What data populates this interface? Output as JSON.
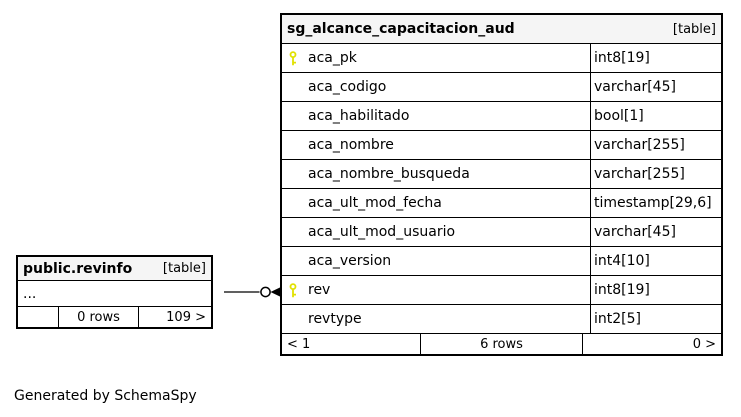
{
  "page": {
    "footer_note": "Generated by SchemaSpy"
  },
  "colors": {
    "border": "#000000",
    "header_bg": "#f5f5f5",
    "row_bg": "#ffffff",
    "key_icon": "#e1e100",
    "connector": "#000000"
  },
  "icons": {
    "primary_key": "key-icon"
  },
  "main_table": {
    "title": "sg_alcance_capacitacion_aud",
    "tag": "[table]",
    "columns": [
      {
        "name": "aca_pk",
        "type": "int8[19]",
        "key": true
      },
      {
        "name": "aca_codigo",
        "type": "varchar[45]",
        "key": false
      },
      {
        "name": "aca_habilitado",
        "type": "bool[1]",
        "key": false
      },
      {
        "name": "aca_nombre",
        "type": "varchar[255]",
        "key": false
      },
      {
        "name": "aca_nombre_busqueda",
        "type": "varchar[255]",
        "key": false
      },
      {
        "name": "aca_ult_mod_fecha",
        "type": "timestamp[29,6]",
        "key": false
      },
      {
        "name": "aca_ult_mod_usuario",
        "type": "varchar[45]",
        "key": false
      },
      {
        "name": "aca_version",
        "type": "int4[10]",
        "key": false
      },
      {
        "name": "rev",
        "type": "int8[19]",
        "key": true
      },
      {
        "name": "revtype",
        "type": "int2[5]",
        "key": false
      }
    ],
    "footer": {
      "left": "< 1",
      "center": "6 rows",
      "right": "0 >"
    }
  },
  "related_table": {
    "title": "public.revinfo",
    "tag": "[table]",
    "rows": [
      "..."
    ],
    "footer": {
      "left": "",
      "center": "0 rows",
      "right": "109 >"
    }
  },
  "relationship": {
    "connects": [
      "public.revinfo",
      "sg_alcance_capacitacion_aud.rev"
    ]
  }
}
